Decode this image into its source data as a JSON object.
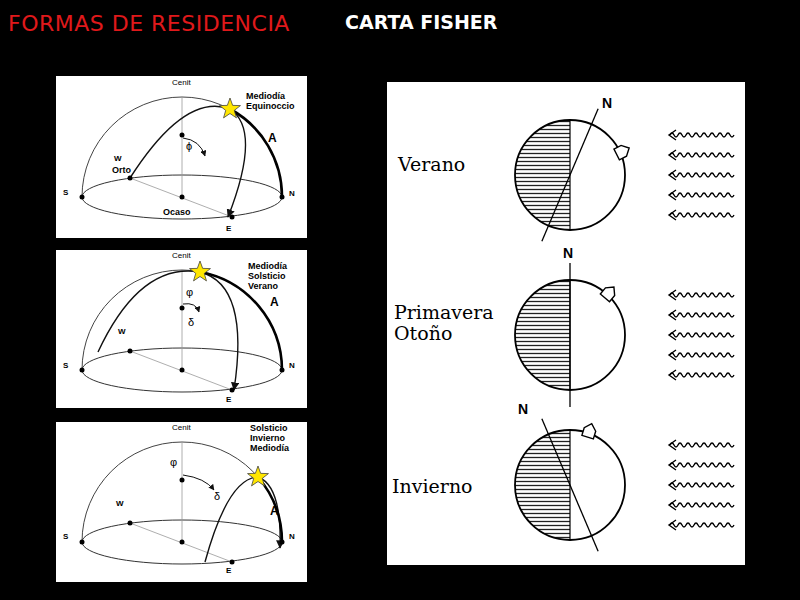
{
  "diagram": {
    "title": "FORMAS DE RESIDENCIA",
    "labels": [
      "CARTA FISHER",
      "Cenit",
      "Mediodía Equinoccio",
      "A",
      "W",
      "Orto",
      "S",
      "N",
      "Ocaso",
      "E",
      "ϕ",
      "Cenit",
      "Mediodía Solsticio Verano",
      "A",
      "W",
      "S",
      "N",
      "E",
      "φ",
      "δ",
      "Cenit",
      "Solsticio Invierno Mediodía",
      "A",
      "W",
      "S",
      "N",
      "E",
      "φ",
      "δ",
      "Verano",
      "N",
      "Primavera Otoño",
      "N",
      "Invierno",
      "N"
    ]
  }
}
